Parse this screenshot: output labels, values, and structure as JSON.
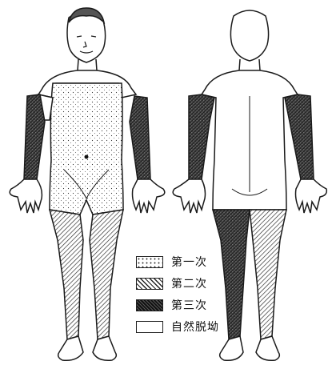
{
  "legend": [
    {
      "label": "第一次",
      "pattern": "dots"
    },
    {
      "label": "第二次",
      "pattern": "hatch-light"
    },
    {
      "label": "第三次",
      "pattern": "hatch-dense"
    },
    {
      "label": "自然脱坳",
      "pattern": "blank"
    }
  ],
  "colors": {
    "ink": "#1a1a1a",
    "paper": "#ffffff"
  }
}
